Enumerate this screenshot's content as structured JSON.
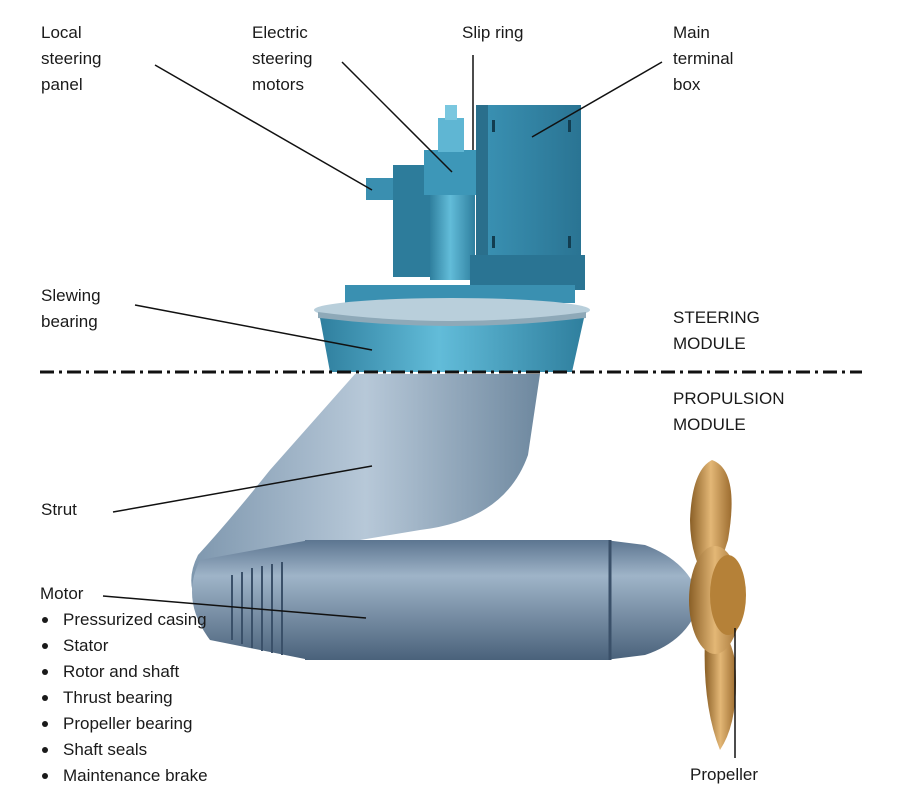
{
  "labels": {
    "local_steering_panel": "Local\nsteering\npanel",
    "electric_steering_motors": "Electric\nsteering\nmotors",
    "slip_ring": "Slip ring",
    "main_terminal_box": "Main\nterminal\nbox",
    "slewing_bearing": "Slewing\nbearing",
    "steering_module": "STEERING\nMODULE",
    "propulsion_module": "PROPULSION\nMODULE",
    "strut": "Strut",
    "motor": "Motor",
    "propeller": "Propeller"
  },
  "motor_parts": [
    "Pressurized casing",
    "Stator",
    "Rotor and shaft",
    "Thrust bearing",
    "Propeller bearing",
    "Shaft seals",
    "Maintenance brake"
  ],
  "colors": {
    "steering_body": "#4aa6c6",
    "steering_dark": "#2f7f9e",
    "propulsion_body": "#7f98b0",
    "propulsion_dark": "#4d6680",
    "propeller": "#b9873e",
    "leader_line": "#111111"
  }
}
